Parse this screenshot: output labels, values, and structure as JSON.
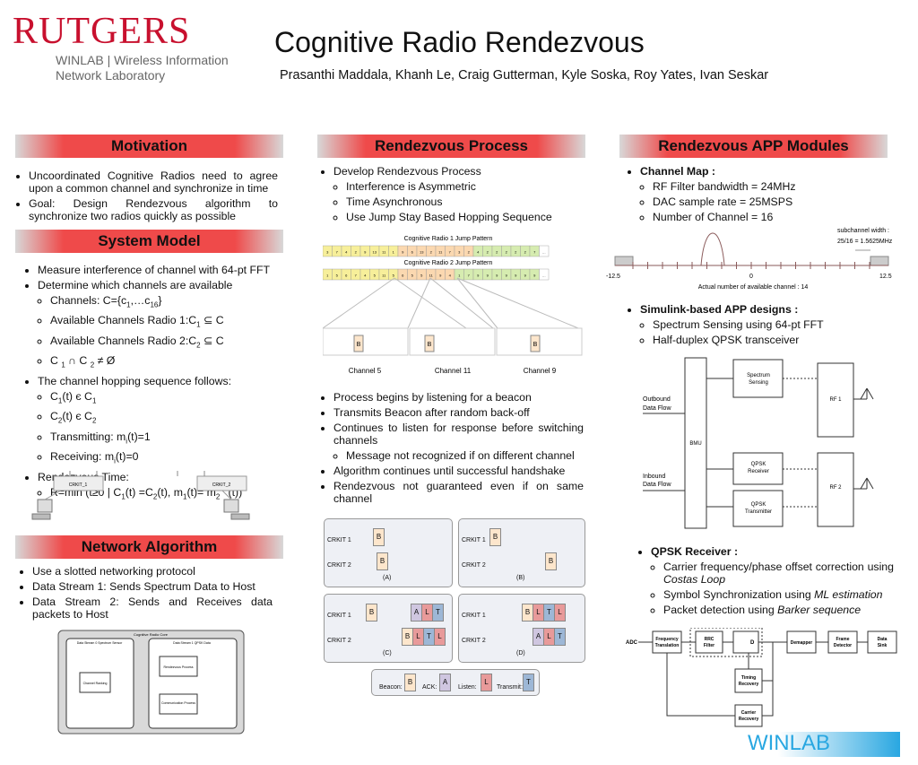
{
  "header": {
    "logo": "RUTGERS",
    "lab_line1": "WINLAB | Wireless Information",
    "lab_line2": "Network Laboratory",
    "title": "Cognitive Radio Rendezvous",
    "authors": "Prasanthi Maddala, Khanh Le, Craig Gutterman, Kyle Soska, Roy Yates, Ivan Seskar"
  },
  "motivation": {
    "heading": "Motivation",
    "b1": "Uncoordinated Cognitive Radios need to agree upon a common channel and synchronize in time",
    "b2": "Goal: Design Rendezvous algorithm to synchronize two radios quickly as possible"
  },
  "system_model": {
    "heading": "System Model",
    "b1": "Measure interference of channel with 64-pt FFT",
    "b2": "Determine which channels are available",
    "b3": "The channel hopping sequence follows:",
    "b4": "Rendezvous Time:",
    "crkit1": "CRKIT_1",
    "crkit2": "CRKIT_2"
  },
  "network_algorithm": {
    "heading": "Network Algorithm",
    "b1": "Use a slotted networking protocol",
    "b2": "Data Stream 1: Sends Spectrum Data to Host",
    "b3": "Data Stream 2: Sends and Receives data packets to Host",
    "diag_title": "Cognitive Radio Core",
    "diag_ds0": "Data Stream 0 Spectrum Sensor",
    "diag_ds1": "Data Stream 1 QPSK Data",
    "diag_channel": "Channel Ranking",
    "diag_rendezvous": "Rendezvous Process",
    "diag_comm": "Communication Process"
  },
  "rendezvous": {
    "heading": "Rendezvous Process",
    "b1": "Develop Rendezvous Process",
    "b1a": "Interference is Asymmetric",
    "b1b": "Time Asynchronous",
    "b1c": "Use Jump Stay Based Hopping Sequence",
    "jp1": "Cognitive Radio 1 Jump Pattern",
    "jp2": "Cognitive Radio 2 Jump Pattern",
    "ch5": "Channel 5",
    "ch11": "Channel 11",
    "ch9": "Channel 9",
    "p1": "Process begins by listening for a beacon",
    "p2": "Transmits Beacon after random back-off",
    "p3": "Continues to listen for response before switching channels",
    "p3a": "Message not recognized if on different channel",
    "p4": "Algorithm continues until successful handshake",
    "p5": "Rendezvous not guaranteed even if on same channel",
    "crkit1": "CRKIT 1",
    "crkit2": "CRKIT 2",
    "lblA": "(A)",
    "lblB": "(B)",
    "lblC": "(C)",
    "lblD": "(D)",
    "legend_beacon": "Beacon:",
    "legend_ack": "ACK:",
    "legend_listen": "Listen:",
    "legend_transmit": "Transmit:"
  },
  "app": {
    "heading": "Rendezvous APP Modules",
    "cm": "Channel Map :",
    "cm1": "RF Filter bandwidth = 24MHz",
    "cm2": "DAC sample rate = 25MSPS",
    "cm3": "Number of Channel = 16",
    "sub1": "subchannel width :",
    "sub2": "25/16 = 1.5625MHz",
    "axis_left": "-12.5",
    "axis_mid": "0",
    "axis_right": "12.5",
    "axis_caption": "Actual number of available channel : 14",
    "sim": "Simulink-based APP designs :",
    "sim1": "Spectrum Sensing using 64-pt FFT",
    "sim2": "Half-duplex QPSK transceiver",
    "outbound": "Outbound",
    "dataflow": "Data Flow",
    "inbound": "Inbound",
    "bmu": "BMU",
    "spectrum": "Spectrum",
    "sensing": "Sensing",
    "qpsk": "QPSK",
    "receiver": "Receiver",
    "transmitter": "Transmitter",
    "rf1": "RF 1",
    "rf2": "RF 2",
    "qr": "QPSK Receiver :",
    "qr1a": "Carrier frequency/phase offset correction using ",
    "qr1b": "Costas Loop",
    "qr2a": "Symbol Synchronization using ",
    "qr2b": "ML estimation",
    "qr3a": "Packet detection using ",
    "qr3b": "Barker sequence",
    "adc": "ADC",
    "freq": "Frequency",
    "translation": "Translation",
    "rrc": "RRC",
    "filter": "Filter",
    "d": "D",
    "demapper": "Demapper",
    "frame": "Frame",
    "detector": "Detector",
    "data": "Data",
    "sink": "Sink",
    "timing": "Timing",
    "carrier": "Carrier",
    "recovery": "Recovery"
  },
  "footer": {
    "winlab": "WINLAB"
  }
}
